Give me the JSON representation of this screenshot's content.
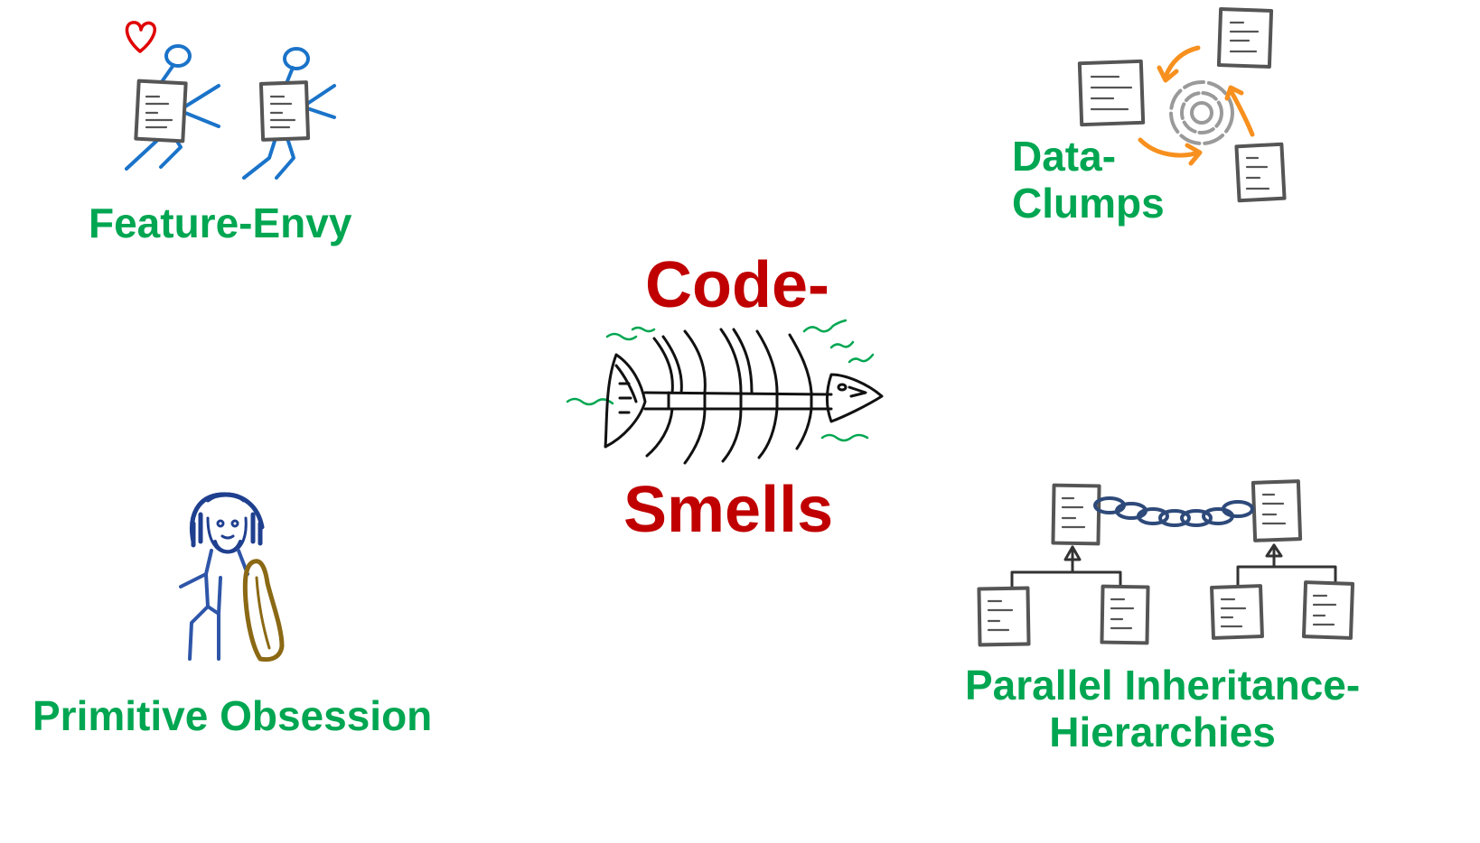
{
  "center_topic": {
    "line1": "Code-",
    "line2": "Smells",
    "color": "#c00000"
  },
  "smells": {
    "feature_envy": {
      "label": "Feature-Envy"
    },
    "data_clumps": {
      "line1": "Data-",
      "line2": "Clumps"
    },
    "primitive_obsession": {
      "label": "Primitive Obsession"
    },
    "parallel_inheritance": {
      "line1": "Parallel Inheritance-",
      "line2": "Hierarchies"
    }
  },
  "colors": {
    "label_green": "#00a651",
    "title_red": "#c00000",
    "stick_blue": "#1a73c9",
    "heart_red": "#e00000",
    "arrow_orange": "#f7901e",
    "document_gray": "#555555",
    "caveman_blue": "#1f3f8f",
    "club_brown": "#8b6914",
    "stink_green": "#00a651",
    "chain_blue": "#2e4a7a"
  },
  "icons": {
    "feature_envy": "stick-figures-with-heart-icon",
    "data_clumps": "document-cycle-icon",
    "primitive_obsession": "caveman-with-club-icon",
    "parallel_inheritance": "chained-class-hierarchies-icon",
    "center": "fish-skeleton-icon"
  }
}
